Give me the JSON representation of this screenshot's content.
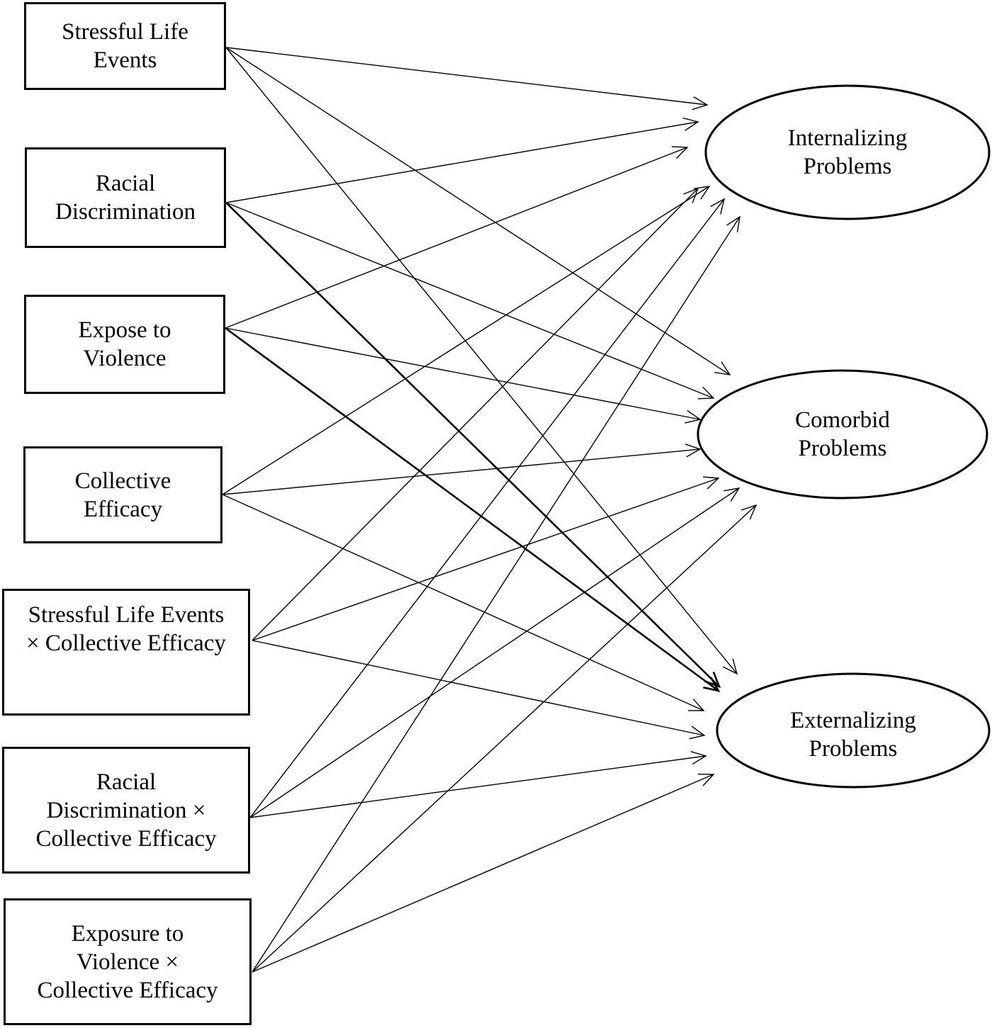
{
  "predictors": [
    {
      "id": "sle",
      "lines": [
        "Stressful Life",
        "Events"
      ]
    },
    {
      "id": "rd",
      "lines": [
        "Racial",
        "Discrimination"
      ]
    },
    {
      "id": "etv",
      "lines": [
        "Expose to",
        "Violence"
      ]
    },
    {
      "id": "ce",
      "lines": [
        "Collective",
        "Efficacy"
      ]
    },
    {
      "id": "sle_ce",
      "lines": [
        "Stressful Life Events",
        "× Collective Efficacy"
      ]
    },
    {
      "id": "rd_ce",
      "lines": [
        "Racial",
        "Discrimination ×",
        "Collective Efficacy"
      ]
    },
    {
      "id": "etv_ce",
      "lines": [
        "Exposure to",
        "Violence ×",
        "Collective Efficacy"
      ]
    }
  ],
  "outcomes": [
    {
      "id": "int",
      "lines": [
        "Internalizing",
        "Problems"
      ]
    },
    {
      "id": "com",
      "lines": [
        "Comorbid",
        "Problems"
      ]
    },
    {
      "id": "ext",
      "lines": [
        "Externalizing",
        "Problems"
      ]
    }
  ],
  "paths": [
    {
      "from": "sle",
      "to": "int"
    },
    {
      "from": "sle",
      "to": "com"
    },
    {
      "from": "sle",
      "to": "ext"
    },
    {
      "from": "rd",
      "to": "int"
    },
    {
      "from": "rd",
      "to": "com"
    },
    {
      "from": "rd",
      "to": "ext"
    },
    {
      "from": "etv",
      "to": "int"
    },
    {
      "from": "etv",
      "to": "com"
    },
    {
      "from": "etv",
      "to": "ext"
    },
    {
      "from": "ce",
      "to": "int"
    },
    {
      "from": "ce",
      "to": "com"
    },
    {
      "from": "ce",
      "to": "ext"
    },
    {
      "from": "sle_ce",
      "to": "int"
    },
    {
      "from": "sle_ce",
      "to": "com"
    },
    {
      "from": "sle_ce",
      "to": "ext"
    },
    {
      "from": "rd_ce",
      "to": "int"
    },
    {
      "from": "rd_ce",
      "to": "com"
    },
    {
      "from": "rd_ce",
      "to": "ext"
    },
    {
      "from": "etv_ce",
      "to": "int"
    },
    {
      "from": "etv_ce",
      "to": "com"
    },
    {
      "from": "etv_ce",
      "to": "ext"
    }
  ]
}
